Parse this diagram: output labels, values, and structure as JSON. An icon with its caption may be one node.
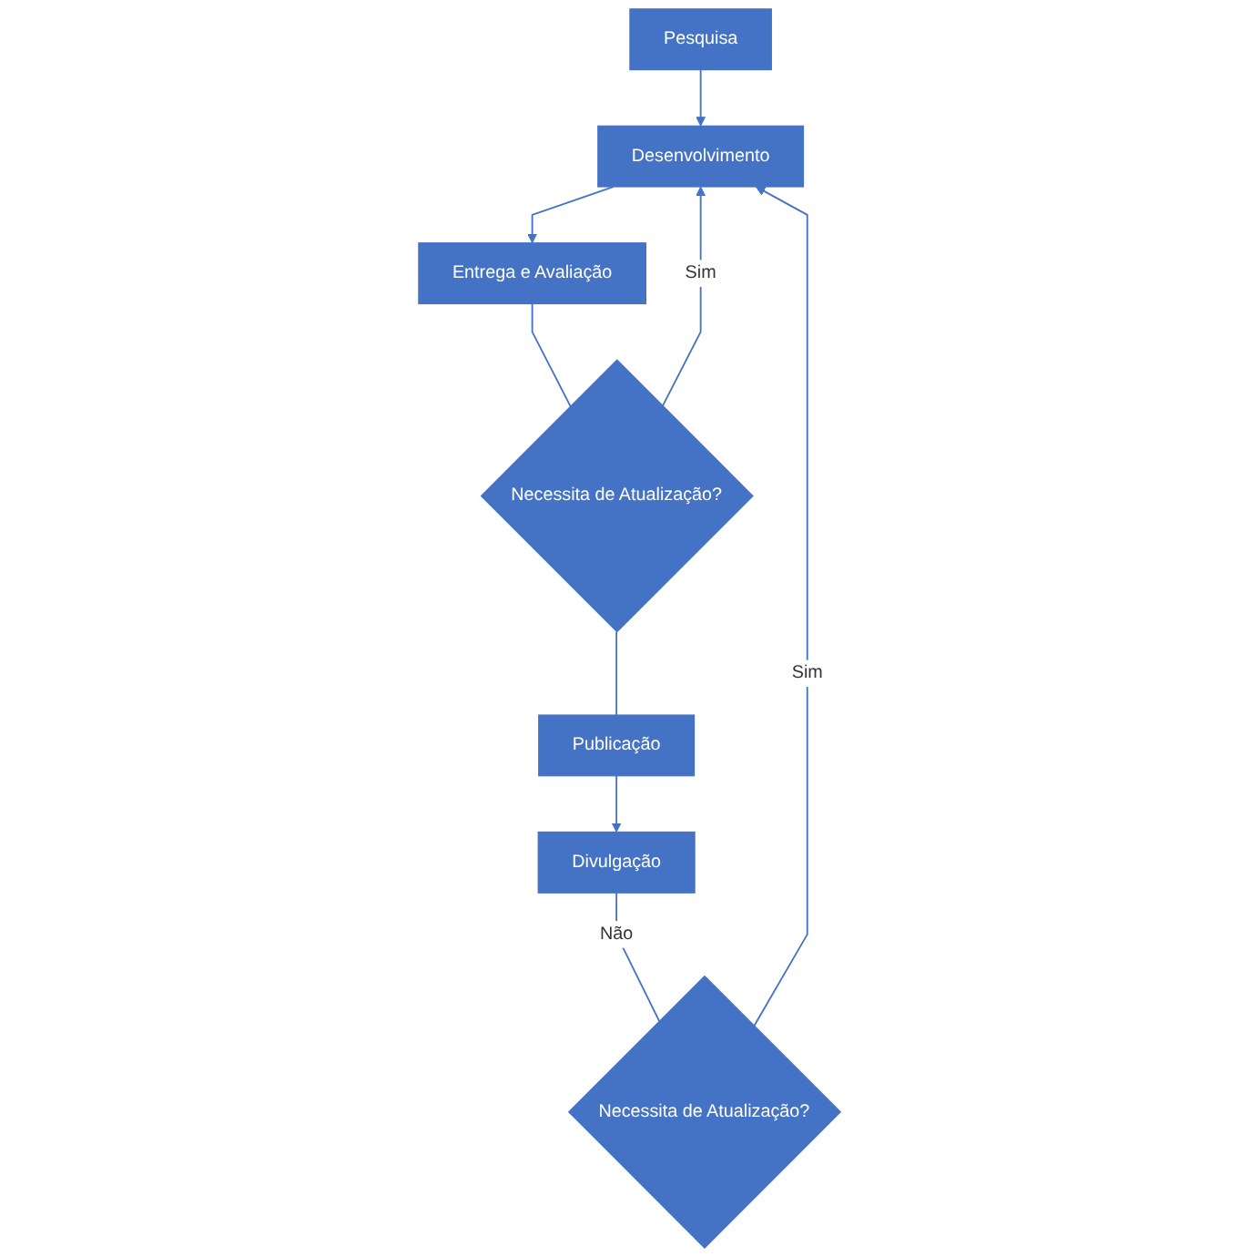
{
  "diagram": {
    "nodes": [
      {
        "text": [
          "Pesquisa"
        ]
      },
      {
        "text": [
          "Desenvolvimento"
        ]
      },
      {
        "text": [
          "Entrega e Avaliação"
        ]
      },
      {
        "text": [
          "Necessita de Atualização?"
        ]
      },
      {
        "text": [
          "Publicação"
        ]
      },
      {
        "text": [
          "Divulgação"
        ]
      },
      {
        "text": [
          "Necessita de Atualização?"
        ]
      }
    ],
    "edges": [
      {
        "from": 0,
        "to": 1,
        "arrow": "to"
      },
      {
        "from": 1,
        "to": 2,
        "arrow": "to"
      },
      {
        "from": 2,
        "to": 3,
        "arrow": "none"
      },
      {
        "from": 3,
        "to": 1,
        "label": "Sim",
        "arrow": "to"
      },
      {
        "from": 3,
        "to": 4,
        "arrow": "none"
      },
      {
        "from": 4,
        "to": 5,
        "arrow": "to"
      },
      {
        "from": 5,
        "to": 6,
        "label": "Não",
        "arrow": "none"
      },
      {
        "from": 6,
        "to": 1,
        "label": "Sim",
        "arrow": "to"
      }
    ]
  }
}
